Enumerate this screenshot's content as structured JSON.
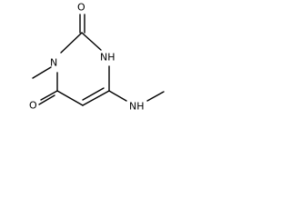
{
  "molecule": {
    "atoms": {
      "o_top": "O",
      "nh_ring": "NH",
      "n_ring": "N",
      "o_bottom": "O",
      "nh_sub": "NH"
    },
    "colors": {
      "bond": "#000000",
      "label": "#000000",
      "background": "#ffffff"
    }
  }
}
